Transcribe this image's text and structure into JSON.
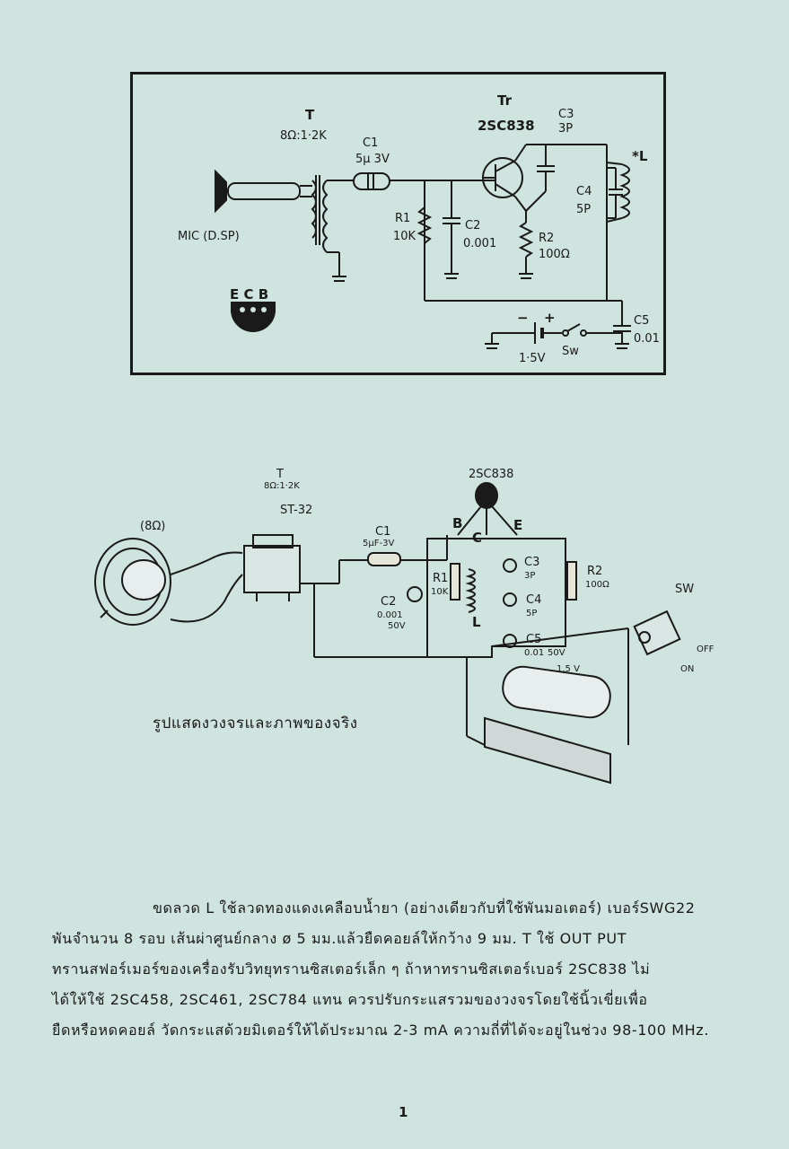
{
  "schematic": {
    "transformer_label": "T",
    "transformer_ratio": "8Ω:1·2K",
    "mic_label": "MIC (D.SP)",
    "c1_label": "C1",
    "c1_value": "5μ 3V",
    "tr_label": "Tr",
    "tr_part": "2SC838",
    "c3_label": "C3",
    "c3_value": "3P",
    "l_label": "*L",
    "c4_label": "C4",
    "c4_value": "5P",
    "r1_label": "R1",
    "r1_value": "10K",
    "c2_label": "C2",
    "c2_value": "0.001",
    "r2_label": "R2",
    "r2_value": "100Ω",
    "pinout_label": "E C B",
    "battery_value": "1·5V",
    "sw_label": "Sw",
    "c5_label": "C5",
    "c5_value": "0.01"
  },
  "wiring": {
    "t_label": "T",
    "t_ratio": "8Ω:1·2K",
    "st_label": "ST-32",
    "speaker_label": "(8Ω)",
    "tr_part": "2SC838",
    "c1_label": "C1",
    "c1_value": "5μF-3V",
    "pin_b": "B",
    "pin_c": "C",
    "pin_e": "E",
    "c3_label": "C3",
    "c3_value": "3P",
    "r2_label": "R2",
    "r2_value": "100Ω",
    "r1_label": "R1",
    "r1_value": "10K",
    "c2_label": "C2",
    "c2_value": "0.001",
    "c2_volt": "50V",
    "c4_label": "C4",
    "c4_value": "5P",
    "l_label": "L",
    "c5_label": "C5",
    "c5_value": "0.01",
    "c5_volt": "50V",
    "battery_value": "1.5 V",
    "sw_label": "SW",
    "off_label": "OFF",
    "on_label": "ON"
  },
  "caption": "รูปแสดงวงจรและภาพของจริง",
  "paragraph": [
    "ขดลวด L ใช้ลวดทองแดงเคลือบน้ำยา (อย่างเดียวกับที่ใช้พันมอเตอร์) เบอร์SWG22",
    "พันจำนวน 8 รอบ เส้นผ่าศูนย์กลาง ø 5 มม.แล้วยืดคอยล์ให้กว้าง 9 มม. T  ใช้  OUT PUT",
    "ทรานสฟอร์เมอร์ของเครื่องรับวิทยุทรานซิสเตอร์เล็ก ๆ  ถ้าหาทรานซิสเตอร์เบอร์  2SC838  ไม่",
    "ได้ให้ใช้   2SC458, 2SC461, 2SC784   แทน ควรปรับกระแสรวมของวงจรโดยใช้นิ้วเขี่ยเพื่อ",
    "ยืดหรือหดคอยล์ วัดกระแสด้วยมิเตอร์ให้ได้ประมาณ 2-3 mA ความถี่ที่ได้จะอยู่ในช่วง 98-100 MHz."
  ],
  "page_number": "1"
}
